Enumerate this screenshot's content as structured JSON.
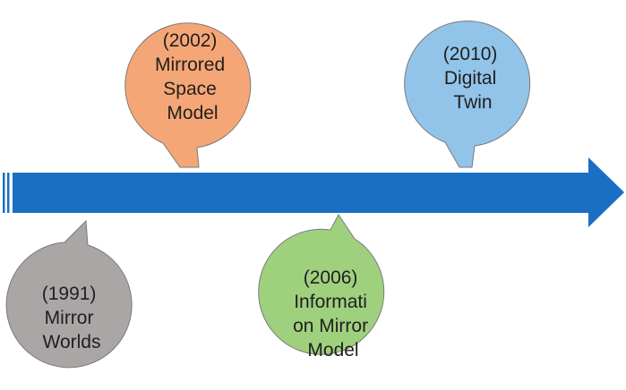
{
  "timeline": {
    "arrow_color": "#1a6fc4",
    "events": [
      {
        "id": "1991",
        "lines": [
          "(1991)",
          "Mirror",
          "Worlds"
        ],
        "fill": "#aba6a6"
      },
      {
        "id": "2002",
        "lines": [
          "(2002)",
          "Mirrored",
          "Space",
          "Model"
        ],
        "fill": "#f5a676"
      },
      {
        "id": "2006",
        "lines": [
          "(2006)",
          "Informati",
          "on Mirror",
          "Model"
        ],
        "fill": "#9fd07e"
      },
      {
        "id": "2010",
        "lines": [
          "(2010)",
          "Digital",
          "Twin"
        ],
        "fill": "#92c4ea"
      }
    ]
  }
}
